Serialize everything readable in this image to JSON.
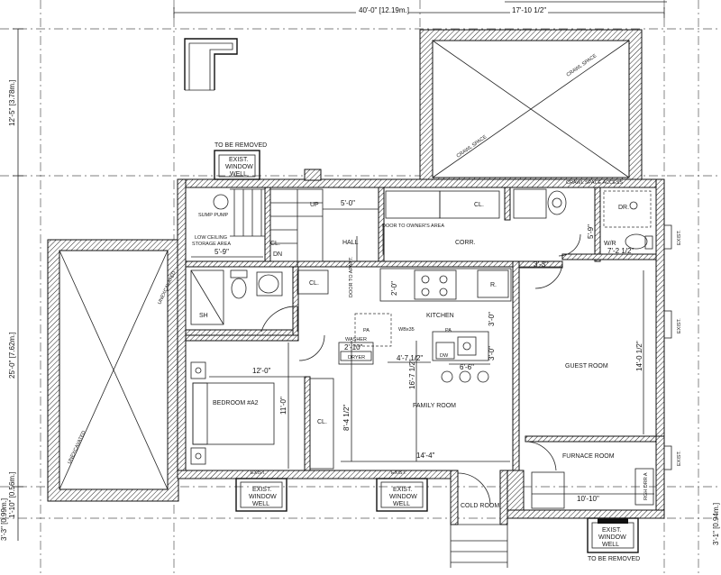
{
  "dimensions": {
    "overall_width": "40'-0\" [12.19m.]",
    "top_right": "17'-10 1/2\"",
    "left_top": "12'-5\" [3.78m.]",
    "left_main": "25'-0\" [7.62m.]",
    "left_b1": "3'-3\" [0.99m.]",
    "left_b2": "1'-10\" [0.56m.]",
    "right_b": "3'-1\" [0.94m.]",
    "hall_5_0": "5'-0\"",
    "stair_5_9": "5'-9\"",
    "bedroom_w": "12'-0\"",
    "bedroom_h": "11'-0\"",
    "family_w": "14'-4\"",
    "family_h1": "16'-7 1/2\"",
    "family_h2": "8'-4 1/2\"",
    "kitchen_2_0": "2'-0\"",
    "kitchen_3_0a": "3'-0\"",
    "kitchen_3_0b": "3'-0\"",
    "kitchen_4_7": "4'-7 1/2\"",
    "kitchen_6_6": "6'-6\"",
    "laundry_2_10": "2'-10\"",
    "wr_7_2": "7'-2 1/2\"",
    "wr_5_9": "5'-9\"",
    "guest_3_3": "3'-3\"",
    "guest_14_0": "14'-0 1/2\"",
    "furnace_10_10": "10'-10\""
  },
  "rooms": {
    "hall": "HALL",
    "corr": "CORR.",
    "kitchen": "KITCHEN",
    "family": "FAMILY ROOM",
    "bedroom": "BEDROOM #A2",
    "guest": "GUEST ROOM",
    "furnace": "FURNACE ROOM",
    "cold": "COLD ROOM",
    "wr": "W/R",
    "low_storage_1": "LOW CEILING",
    "low_storage_2": "STORAGE AREA",
    "sump": "SUMP PUMP",
    "cl_stair": "CL.",
    "cl_corr": "CL.",
    "cl_bath": "CL.",
    "cl_bed": "CL.",
    "sh": "SH",
    "up": "UP",
    "dn": "DN",
    "dr": "DR.",
    "r": "R.",
    "dw": "DW",
    "wb": "WBx35",
    "washer": "WASHER",
    "dryer": "DRYER",
    "pa": "PA",
    "door_owner": "DOOR TO OWNER'S AREA",
    "door_apt": "DOOR TO APART.",
    "crawl_access": "CRAWL SPACE ACCESS",
    "crawl_space": "CRAWL SPACE",
    "unexcavated_1": "UNEXCAVATED",
    "unexcavated_2": "UNEXCAVATED",
    "rough_door": "RGH DRR A"
  },
  "annotations": {
    "removed_top": "TO BE REMOVED",
    "removed_bottom": "TO BE REMOVED",
    "well_a": [
      "EXIST.",
      "WINDOW",
      "WELL"
    ],
    "well_b": [
      "EXIST.",
      "WINDOW",
      "WELL"
    ],
    "well_c": [
      "EXIST.",
      "WINDOW",
      "WELL"
    ],
    "well_d": [
      "EXIST.",
      "WINDOW",
      "WELL"
    ],
    "exist_small_1": "EXIST.",
    "exist_small_2": "EXIST.",
    "exist_right_1": "EXIST.",
    "exist_right_2": "EXIST.",
    "exist_right_3": "EXIST."
  }
}
